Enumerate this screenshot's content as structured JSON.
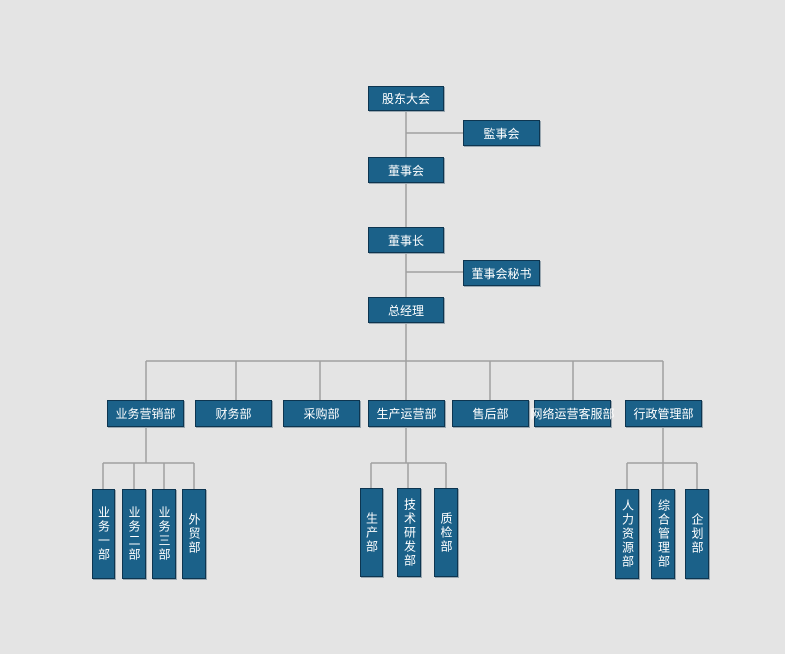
{
  "nodes": {
    "shareholders": "股东大会",
    "supervisors": "監事会",
    "board": "董事会",
    "chairman": "董事长",
    "secretary": "董事会秘书",
    "gm": "总经理",
    "sales": "业务营销部",
    "finance": "财务部",
    "purchasing": "采购部",
    "production_ops": "生产运营部",
    "aftersales": "售后部",
    "online_cs": "网络运营客服部",
    "admin": "行政管理部",
    "sales1": "业务一部",
    "sales2": "业务二部",
    "sales3": "业务三部",
    "foreign_trade": "外贸部",
    "production": "生产部",
    "rnd": "技术研发部",
    "qc": "质检部",
    "hr": "人力资源部",
    "general_mgmt": "综合管理部",
    "planning": "企划部"
  },
  "colors": {
    "box_fill": "#1b6189",
    "box_border": "#0d3550",
    "line": "#a0a0a0",
    "background": "#e4e4e4"
  }
}
